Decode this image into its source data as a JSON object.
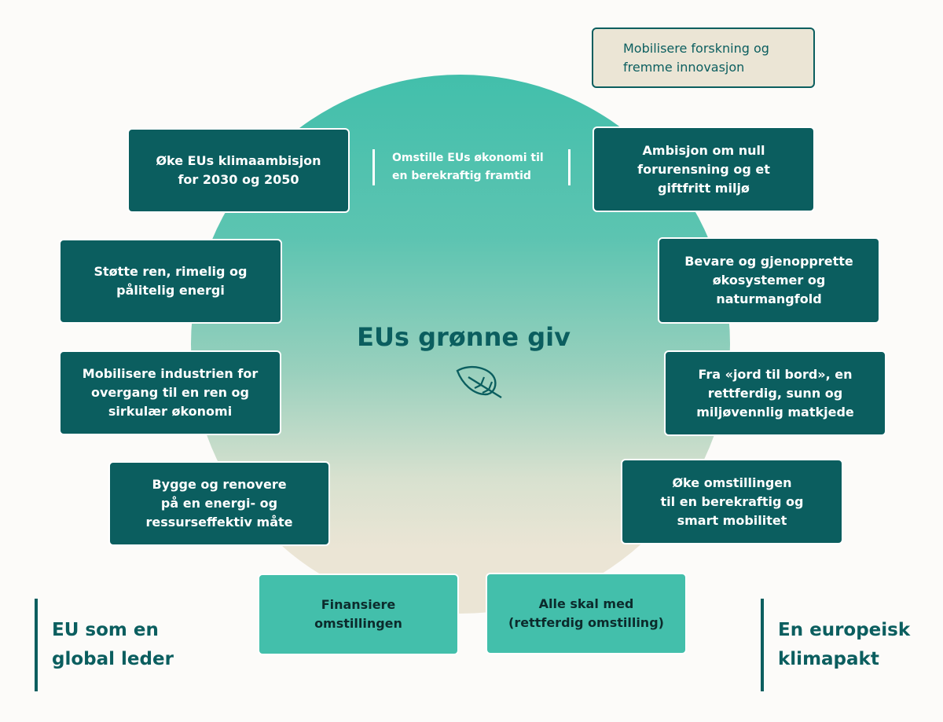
{
  "diagram": {
    "title": "EUs grønne giv",
    "center_icon": "leaf-icon",
    "strapline": "Omstille EUs økonomi til\nen berekraftig framtid",
    "top_right_box": "Mobilisere forskning og\nfremme innovasjon",
    "left_boxes": [
      "Øke EUs klimaambisjon\nfor 2030 og 2050",
      "Støtte ren, rimelig og\npålitelig energi",
      "Mobilisere industrien for\novergang til en ren og\nsirkulær økonomi",
      "Bygge og renovere\npå en energi- og\nressurseffektiv måte"
    ],
    "right_boxes": [
      "Ambisjon om null\nforurensning og et\ngiftfritt miljø",
      "Bevare og gjenopprette\nøkosystemer og\nnaturmangfold",
      "Fra «jord til bord», en\nrettferdig, sunn og\nmiljøvennlig matkjede",
      "Øke omstillingen\ntil en berekraftig og\nsmart mobilitet"
    ],
    "bottom_boxes": [
      "Finansiere\nomstillingen",
      "Alle skal med\n(rettferdig omstilling)"
    ],
    "side_labels": {
      "left": "EU som en\nglobal leder",
      "right": "En europeisk\nklimapakt"
    }
  },
  "colors": {
    "dark_teal": "#0b5e5f",
    "teal": "#43bfab",
    "beige": "#ebe5d5",
    "background": "#fcfbf9"
  }
}
